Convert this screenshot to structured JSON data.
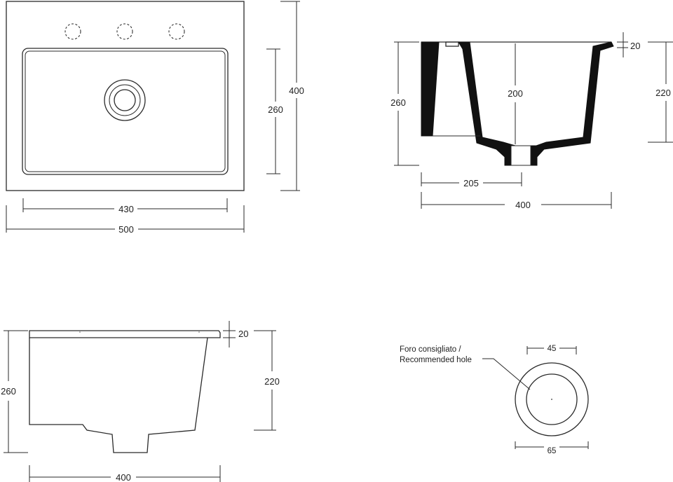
{
  "top_view": {
    "dim_inner_width": "430",
    "dim_outer_width": "500",
    "dim_inner_height": "260",
    "dim_outer_height": "400"
  },
  "section_view": {
    "dim_total_height": "260",
    "dim_inner_depth": "200",
    "dim_rim": "20",
    "dim_bowl_height": "220",
    "dim_half_width": "205",
    "dim_width": "400"
  },
  "side_view": {
    "dim_total_height": "260",
    "dim_rim": "20",
    "dim_bowl_height": "220",
    "dim_width": "400"
  },
  "hole_detail": {
    "label_line1": "Foro consigliato /",
    "label_line2": "Recommended hole",
    "dim_inner": "45",
    "dim_outer": "65"
  }
}
